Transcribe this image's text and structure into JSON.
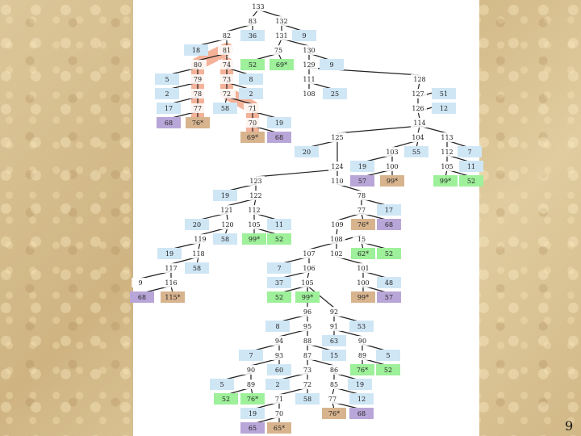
{
  "slide_number": "9",
  "colors": {
    "blue": "#cfe6f5",
    "green": "#9ef09a",
    "purple": "#b9a6d8",
    "tan": "#d8b48e",
    "highlight": "#f2a487",
    "edge": "#222222"
  },
  "nodes": [
    {
      "id": "n133a",
      "label": "133",
      "fill": "none"
    },
    {
      "id": "n83",
      "label": "83",
      "fill": "none"
    },
    {
      "id": "n132",
      "label": "132",
      "fill": "none"
    },
    {
      "id": "n82",
      "label": "82",
      "fill": "none"
    },
    {
      "id": "n36",
      "label": "36",
      "fill": "blue"
    },
    {
      "id": "n131",
      "label": "131",
      "fill": "none"
    },
    {
      "id": "n9a",
      "label": "9",
      "fill": "blue"
    },
    {
      "id": "n18",
      "label": "18",
      "fill": "blue"
    },
    {
      "id": "n81",
      "label": "81",
      "fill": "none"
    },
    {
      "id": "n75",
      "label": "75",
      "fill": "none"
    },
    {
      "id": "n130",
      "label": "130",
      "fill": "none"
    },
    {
      "id": "n80",
      "label": "80",
      "fill": "none"
    },
    {
      "id": "n74",
      "label": "74",
      "fill": "none"
    },
    {
      "id": "n52a",
      "label": "52",
      "fill": "green"
    },
    {
      "id": "n69a",
      "label": "69*",
      "fill": "green"
    },
    {
      "id": "n129",
      "label": "129",
      "fill": "none"
    },
    {
      "id": "n9b",
      "label": "9",
      "fill": "blue"
    },
    {
      "id": "n5a",
      "label": "5",
      "fill": "blue"
    },
    {
      "id": "n79",
      "label": "79",
      "fill": "none"
    },
    {
      "id": "n73a",
      "label": "73",
      "fill": "none"
    },
    {
      "id": "n8a",
      "label": "8",
      "fill": "blue"
    },
    {
      "id": "n111",
      "label": "111",
      "fill": "none"
    },
    {
      "id": "n128",
      "label": "128",
      "fill": "none"
    },
    {
      "id": "n2a",
      "label": "2",
      "fill": "blue"
    },
    {
      "id": "n78",
      "label": "78",
      "fill": "none"
    },
    {
      "id": "n72a",
      "label": "72",
      "fill": "none"
    },
    {
      "id": "n2b",
      "label": "2",
      "fill": "blue"
    },
    {
      "id": "n108",
      "label": "108",
      "fill": "none"
    },
    {
      "id": "n25",
      "label": "25",
      "fill": "blue"
    },
    {
      "id": "n127",
      "label": "127",
      "fill": "none"
    },
    {
      "id": "n51",
      "label": "51",
      "fill": "blue"
    },
    {
      "id": "n17a",
      "label": "17",
      "fill": "blue"
    },
    {
      "id": "n77a",
      "label": "77",
      "fill": "none"
    },
    {
      "id": "n58a",
      "label": "58",
      "fill": "blue"
    },
    {
      "id": "n71a",
      "label": "71",
      "fill": "none"
    },
    {
      "id": "n126",
      "label": "126",
      "fill": "none"
    },
    {
      "id": "n12a",
      "label": "12",
      "fill": "blue"
    },
    {
      "id": "n68a",
      "label": "68",
      "fill": "purple"
    },
    {
      "id": "n76a",
      "label": "76*",
      "fill": "tan"
    },
    {
      "id": "n70a",
      "label": "70",
      "fill": "none"
    },
    {
      "id": "n19a",
      "label": "19",
      "fill": "blue"
    },
    {
      "id": "n114",
      "label": "114",
      "fill": "none"
    },
    {
      "id": "n69b",
      "label": "69*",
      "fill": "tan"
    },
    {
      "id": "n68b",
      "label": "68",
      "fill": "purple"
    },
    {
      "id": "n104",
      "label": "104",
      "fill": "none"
    },
    {
      "id": "n113",
      "label": "113",
      "fill": "none"
    },
    {
      "id": "n125",
      "label": "125",
      "fill": "none"
    },
    {
      "id": "n20a",
      "label": "20",
      "fill": "blue"
    },
    {
      "id": "n103",
      "label": "103",
      "fill": "none"
    },
    {
      "id": "n55",
      "label": "55",
      "fill": "blue"
    },
    {
      "id": "n112a",
      "label": "112",
      "fill": "none"
    },
    {
      "id": "n7a",
      "label": "7",
      "fill": "blue"
    },
    {
      "id": "n19b",
      "label": "19",
      "fill": "blue"
    },
    {
      "id": "n100a",
      "label": "100",
      "fill": "none"
    },
    {
      "id": "n105a",
      "label": "105",
      "fill": "none"
    },
    {
      "id": "n11a",
      "label": "11",
      "fill": "blue"
    },
    {
      "id": "n124",
      "label": "124",
      "fill": "none"
    },
    {
      "id": "n123",
      "label": "123",
      "fill": "none"
    },
    {
      "id": "n110",
      "label": "110",
      "fill": "none"
    },
    {
      "id": "n57a",
      "label": "57",
      "fill": "purple"
    },
    {
      "id": "n99a",
      "label": "99*",
      "fill": "tan"
    },
    {
      "id": "n99b",
      "label": "99*",
      "fill": "green"
    },
    {
      "id": "n52b",
      "label": "52",
      "fill": "green"
    },
    {
      "id": "n19c",
      "label": "19",
      "fill": "blue"
    },
    {
      "id": "n122",
      "label": "122",
      "fill": "none"
    },
    {
      "id": "n78b",
      "label": "78",
      "fill": "none"
    },
    {
      "id": "n121",
      "label": "121",
      "fill": "none"
    },
    {
      "id": "n112b",
      "label": "112",
      "fill": "none"
    },
    {
      "id": "n77b",
      "label": "77",
      "fill": "none"
    },
    {
      "id": "n17b",
      "label": "17",
      "fill": "blue"
    },
    {
      "id": "n20b",
      "label": "20",
      "fill": "blue"
    },
    {
      "id": "n120",
      "label": "120",
      "fill": "none"
    },
    {
      "id": "n105b",
      "label": "105",
      "fill": "none"
    },
    {
      "id": "n11b",
      "label": "11",
      "fill": "blue"
    },
    {
      "id": "n109",
      "label": "109",
      "fill": "none"
    },
    {
      "id": "n76b",
      "label": "76*",
      "fill": "tan"
    },
    {
      "id": "n68c",
      "label": "68",
      "fill": "purple"
    },
    {
      "id": "n119",
      "label": "119",
      "fill": "none"
    },
    {
      "id": "n58b",
      "label": "58",
      "fill": "blue"
    },
    {
      "id": "n99c",
      "label": "99*",
      "fill": "green"
    },
    {
      "id": "n52c",
      "label": "52",
      "fill": "green"
    },
    {
      "id": "n108b",
      "label": "108",
      "fill": "none"
    },
    {
      "id": "n15a",
      "label": "15",
      "fill": "none"
    },
    {
      "id": "n19d",
      "label": "19",
      "fill": "blue"
    },
    {
      "id": "n118",
      "label": "118",
      "fill": "none"
    },
    {
      "id": "n107",
      "label": "107",
      "fill": "none"
    },
    {
      "id": "n102",
      "label": "102",
      "fill": "none"
    },
    {
      "id": "n62",
      "label": "62*",
      "fill": "green"
    },
    {
      "id": "n52d",
      "label": "52",
      "fill": "green"
    },
    {
      "id": "n117",
      "label": "117",
      "fill": "none"
    },
    {
      "id": "n58c",
      "label": "58",
      "fill": "blue"
    },
    {
      "id": "n7b",
      "label": "7",
      "fill": "blue"
    },
    {
      "id": "n106",
      "label": "106",
      "fill": "none"
    },
    {
      "id": "n101",
      "label": "101",
      "fill": "none"
    },
    {
      "id": "n9c",
      "label": "9",
      "fill": "none"
    },
    {
      "id": "n116",
      "label": "116",
      "fill": "none"
    },
    {
      "id": "n37a",
      "label": "37",
      "fill": "blue"
    },
    {
      "id": "n105c",
      "label": "105",
      "fill": "none"
    },
    {
      "id": "n100b",
      "label": "100",
      "fill": "none"
    },
    {
      "id": "n48",
      "label": "48",
      "fill": "blue"
    },
    {
      "id": "n68d",
      "label": "68",
      "fill": "purple"
    },
    {
      "id": "n115",
      "label": "115*",
      "fill": "tan"
    },
    {
      "id": "n52e",
      "label": "52",
      "fill": "green"
    },
    {
      "id": "n99d",
      "label": "99*",
      "fill": "green"
    },
    {
      "id": "n99e",
      "label": "99*",
      "fill": "tan"
    },
    {
      "id": "n57b",
      "label": "57",
      "fill": "purple"
    },
    {
      "id": "n96",
      "label": "96",
      "fill": "none"
    },
    {
      "id": "n92",
      "label": "92",
      "fill": "none"
    },
    {
      "id": "n8b",
      "label": "8",
      "fill": "blue"
    },
    {
      "id": "n95",
      "label": "95",
      "fill": "none"
    },
    {
      "id": "n91",
      "label": "91",
      "fill": "none"
    },
    {
      "id": "n53",
      "label": "53",
      "fill": "blue"
    },
    {
      "id": "n94",
      "label": "94",
      "fill": "none"
    },
    {
      "id": "n88",
      "label": "88",
      "fill": "none"
    },
    {
      "id": "n63",
      "label": "63",
      "fill": "blue"
    },
    {
      "id": "n90a",
      "label": "90",
      "fill": "none"
    },
    {
      "id": "n7c",
      "label": "7",
      "fill": "blue"
    },
    {
      "id": "n93",
      "label": "93",
      "fill": "none"
    },
    {
      "id": "n87",
      "label": "87",
      "fill": "none"
    },
    {
      "id": "n15b",
      "label": "15",
      "fill": "blue"
    },
    {
      "id": "n89a",
      "label": "89",
      "fill": "none"
    },
    {
      "id": "n5b",
      "label": "5",
      "fill": "blue"
    },
    {
      "id": "n90b",
      "label": "90",
      "fill": "none"
    },
    {
      "id": "n60",
      "label": "60",
      "fill": "blue"
    },
    {
      "id": "n73b",
      "label": "73",
      "fill": "none"
    },
    {
      "id": "n86",
      "label": "86",
      "fill": "none"
    },
    {
      "id": "n76c",
      "label": "76*",
      "fill": "green"
    },
    {
      "id": "n52f",
      "label": "52",
      "fill": "green"
    },
    {
      "id": "n5c",
      "label": "5",
      "fill": "blue"
    },
    {
      "id": "n89b",
      "label": "89",
      "fill": "none"
    },
    {
      "id": "n2c",
      "label": "2",
      "fill": "blue"
    },
    {
      "id": "n72b",
      "label": "72",
      "fill": "none"
    },
    {
      "id": "n85",
      "label": "85",
      "fill": "none"
    },
    {
      "id": "n19e",
      "label": "19",
      "fill": "blue"
    },
    {
      "id": "n52g",
      "label": "52",
      "fill": "green"
    },
    {
      "id": "n76d",
      "label": "76*",
      "fill": "green"
    },
    {
      "id": "n71b",
      "label": "71",
      "fill": "none"
    },
    {
      "id": "n58d",
      "label": "58",
      "fill": "blue"
    },
    {
      "id": "n77c",
      "label": "77",
      "fill": "none"
    },
    {
      "id": "n12b",
      "label": "12",
      "fill": "blue"
    },
    {
      "id": "n19f",
      "label": "19",
      "fill": "blue"
    },
    {
      "id": "n70b",
      "label": "70",
      "fill": "none"
    },
    {
      "id": "n76e",
      "label": "76*",
      "fill": "tan"
    },
    {
      "id": "n68e",
      "label": "68",
      "fill": "purple"
    },
    {
      "id": "n65a",
      "label": "65",
      "fill": "purple"
    },
    {
      "id": "n65b",
      "label": "65*",
      "fill": "tan"
    }
  ],
  "edges": [
    [
      "n133a",
      "n83"
    ],
    [
      "n133a",
      "n132"
    ],
    [
      "n83",
      "n82"
    ],
    [
      "n83",
      "n36"
    ],
    [
      "n132",
      "n131"
    ],
    [
      "n132",
      "n9a"
    ],
    [
      "n82",
      "n18"
    ],
    [
      "n82",
      "n81"
    ],
    [
      "n131",
      "n75"
    ],
    [
      "n131",
      "n130"
    ],
    [
      "n81",
      "n80"
    ],
    [
      "n81",
      "n74"
    ],
    [
      "n75",
      "n52a"
    ],
    [
      "n75",
      "n69a"
    ],
    [
      "n130",
      "n129"
    ],
    [
      "n130",
      "n9b"
    ],
    [
      "n80",
      "n5a"
    ],
    [
      "n80",
      "n79"
    ],
    [
      "n74",
      "n73a"
    ],
    [
      "n74",
      "n8a"
    ],
    [
      "n129",
      "n111"
    ],
    [
      "n129",
      "n128"
    ],
    [
      "n79",
      "n2a"
    ],
    [
      "n79",
      "n78"
    ],
    [
      "n73a",
      "n72a"
    ],
    [
      "n73a",
      "n2b"
    ],
    [
      "n111",
      "n108"
    ],
    [
      "n111",
      "n25"
    ],
    [
      "n128",
      "n127"
    ],
    [
      "n78",
      "n17a"
    ],
    [
      "n78",
      "n77a"
    ],
    [
      "n72a",
      "n58a"
    ],
    [
      "n72a",
      "n71a"
    ],
    [
      "n127",
      "n126"
    ],
    [
      "n127",
      "n51"
    ],
    [
      "n126",
      "n12a"
    ],
    [
      "n77a",
      "n68a"
    ],
    [
      "n77a",
      "n76a"
    ],
    [
      "n71a",
      "n70a"
    ],
    [
      "n71a",
      "n19a"
    ],
    [
      "n126",
      "n114"
    ],
    [
      "n70a",
      "n69b"
    ],
    [
      "n70a",
      "n68b"
    ],
    [
      "n114",
      "n104"
    ],
    [
      "n114",
      "n113"
    ],
    [
      "n114",
      "n125"
    ],
    [
      "n125",
      "n20a"
    ],
    [
      "n104",
      "n103"
    ],
    [
      "n104",
      "n55"
    ],
    [
      "n113",
      "n112a"
    ],
    [
      "n113",
      "n7a"
    ],
    [
      "n103",
      "n19b"
    ],
    [
      "n103",
      "n100a"
    ],
    [
      "n112a",
      "n105a"
    ],
    [
      "n112a",
      "n11a"
    ],
    [
      "n125",
      "n124"
    ],
    [
      "n124",
      "n123"
    ],
    [
      "n124",
      "n110"
    ],
    [
      "n100a",
      "n57a"
    ],
    [
      "n100a",
      "n99a"
    ],
    [
      "n105a",
      "n99b"
    ],
    [
      "n105a",
      "n52b"
    ],
    [
      "n123",
      "n19c"
    ],
    [
      "n123",
      "n122"
    ],
    [
      "n110",
      "n78b"
    ],
    [
      "n122",
      "n121"
    ],
    [
      "n122",
      "n112b"
    ],
    [
      "n78b",
      "n77b"
    ],
    [
      "n78b",
      "n17b"
    ],
    [
      "n121",
      "n20b"
    ],
    [
      "n121",
      "n120"
    ],
    [
      "n112b",
      "n105b"
    ],
    [
      "n112b",
      "n11b"
    ],
    [
      "n77b",
      "n109"
    ],
    [
      "n77b",
      "n76b"
    ],
    [
      "n77b",
      "n68c"
    ],
    [
      "n120",
      "n119"
    ],
    [
      "n120",
      "n58b"
    ],
    [
      "n105b",
      "n99c"
    ],
    [
      "n105b",
      "n52c"
    ],
    [
      "n109",
      "n108b"
    ],
    [
      "n108b",
      "n15a"
    ],
    [
      "n119",
      "n19d"
    ],
    [
      "n119",
      "n118"
    ],
    [
      "n108b",
      "n107"
    ],
    [
      "n108b",
      "n102"
    ],
    [
      "n15a",
      "n62"
    ],
    [
      "n15a",
      "n52d"
    ],
    [
      "n118",
      "n117"
    ],
    [
      "n118",
      "n58c"
    ],
    [
      "n107",
      "n7b"
    ],
    [
      "n107",
      "n106"
    ],
    [
      "n102",
      "n101"
    ],
    [
      "n117",
      "n9c"
    ],
    [
      "n117",
      "n116"
    ],
    [
      "n106",
      "n37a"
    ],
    [
      "n106",
      "n105c"
    ],
    [
      "n101",
      "n100b"
    ],
    [
      "n101",
      "n48"
    ],
    [
      "n116",
      "n68d"
    ],
    [
      "n116",
      "n115"
    ],
    [
      "n105c",
      "n52e"
    ],
    [
      "n105c",
      "n99d"
    ],
    [
      "n100b",
      "n99e"
    ],
    [
      "n100b",
      "n57b"
    ],
    [
      "n105c",
      "n96"
    ],
    [
      "n105c",
      "n92"
    ],
    [
      "n96",
      "n8b"
    ],
    [
      "n96",
      "n95"
    ],
    [
      "n92",
      "n91"
    ],
    [
      "n92",
      "n53"
    ],
    [
      "n95",
      "n94"
    ],
    [
      "n95",
      "n88"
    ],
    [
      "n91",
      "n63"
    ],
    [
      "n91",
      "n90a"
    ],
    [
      "n94",
      "n7c"
    ],
    [
      "n94",
      "n93"
    ],
    [
      "n88",
      "n87"
    ],
    [
      "n88",
      "n15b"
    ],
    [
      "n90a",
      "n89a"
    ],
    [
      "n90a",
      "n5b"
    ],
    [
      "n93",
      "n90b"
    ],
    [
      "n93",
      "n60"
    ],
    [
      "n87",
      "n73b"
    ],
    [
      "n87",
      "n86"
    ],
    [
      "n89a",
      "n76c"
    ],
    [
      "n89a",
      "n52f"
    ],
    [
      "n90b",
      "n5c"
    ],
    [
      "n90b",
      "n89b"
    ],
    [
      "n73b",
      "n2c"
    ],
    [
      "n73b",
      "n72b"
    ],
    [
      "n86",
      "n85"
    ],
    [
      "n86",
      "n19e"
    ],
    [
      "n89b",
      "n52g"
    ],
    [
      "n89b",
      "n76d"
    ],
    [
      "n72b",
      "n71b"
    ],
    [
      "n72b",
      "n58d"
    ],
    [
      "n85",
      "n77c"
    ],
    [
      "n85",
      "n12b"
    ],
    [
      "n71b",
      "n19f"
    ],
    [
      "n71b",
      "n70b"
    ],
    [
      "n77c",
      "n76e"
    ],
    [
      "n77c",
      "n68e"
    ],
    [
      "n70b",
      "n65a"
    ],
    [
      "n70b",
      "n65b"
    ]
  ],
  "highlighted_path": [
    "n81",
    "n80",
    "n79",
    "n78",
    "n77a",
    "n76a"
  ],
  "highlighted_path_2": [
    "n74",
    "n73a",
    "n72a",
    "n71a",
    "n70a",
    "n69b"
  ]
}
